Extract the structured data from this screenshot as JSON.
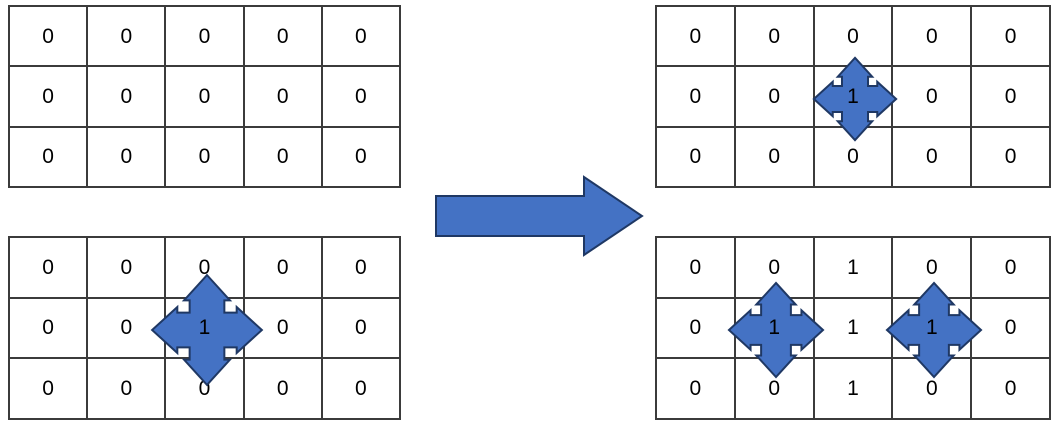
{
  "diagram": {
    "title": "Grid value propagation step",
    "type": "before-after-grid-transition",
    "colors": {
      "arrow_fill": "#4472C4",
      "arrow_stroke": "#1F3864",
      "grid_line": "#3B3B3B",
      "cell_background": "#FFFFFF",
      "digit": "#000000"
    },
    "grid_shape": {
      "rows": 3,
      "cols": 5
    }
  },
  "panels": {
    "top_left": {
      "name": "top-left-grid",
      "position": "before-upper",
      "values": [
        [
          "0",
          "0",
          "0",
          "0",
          "0"
        ],
        [
          "0",
          "0",
          "0",
          "0",
          "0"
        ],
        [
          "0",
          "0",
          "0",
          "0",
          "0"
        ]
      ],
      "move_icons": []
    },
    "bottom_left": {
      "name": "bottom-left-grid",
      "position": "before-lower",
      "values": [
        [
          "0",
          "0",
          "0",
          "0",
          "0"
        ],
        [
          "0",
          "0",
          "1",
          "0",
          "0"
        ],
        [
          "0",
          "0",
          "0",
          "0",
          "0"
        ]
      ],
      "move_icons": [
        {
          "row": 1,
          "col": 2,
          "size": "large",
          "label": "1"
        }
      ]
    },
    "top_right": {
      "name": "top-right-grid",
      "position": "after-upper",
      "values": [
        [
          "0",
          "0",
          "0",
          "0",
          "0"
        ],
        [
          "0",
          "0",
          "1",
          "0",
          "0"
        ],
        [
          "0",
          "0",
          "0",
          "0",
          "0"
        ]
      ],
      "move_icons": [
        {
          "row": 1,
          "col": 2,
          "size": "small",
          "label": "1"
        }
      ]
    },
    "bottom_right": {
      "name": "bottom-right-grid",
      "position": "after-lower",
      "values": [
        [
          "0",
          "0",
          "1",
          "0",
          "0"
        ],
        [
          "0",
          "1",
          "1",
          "1",
          "0"
        ],
        [
          "0",
          "0",
          "1",
          "0",
          "0"
        ]
      ],
      "move_icons": [
        {
          "row": 1,
          "col": 1,
          "size": "medium",
          "label": "1"
        },
        {
          "row": 1,
          "col": 3,
          "size": "medium",
          "label": "1"
        }
      ]
    }
  },
  "transition": {
    "name": "transition-arrow",
    "direction": "right",
    "label": ""
  },
  "icon_names": {
    "move": "move-four-way-arrow-icon",
    "transition": "right-block-arrow-icon"
  }
}
